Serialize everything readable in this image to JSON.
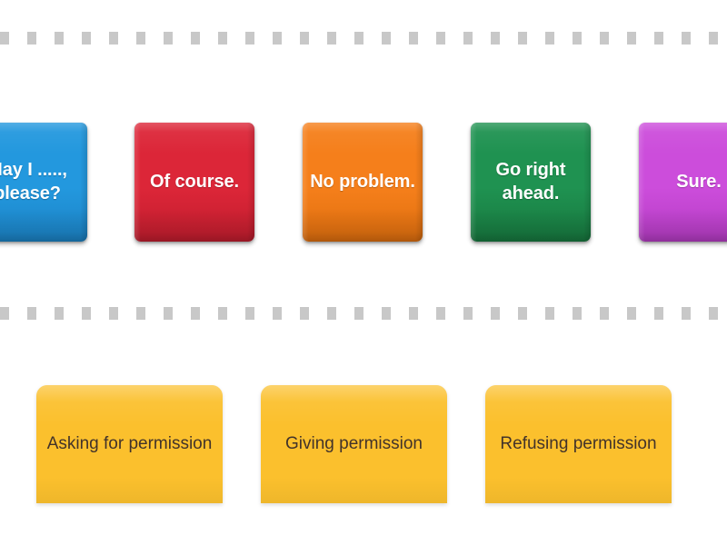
{
  "activity": {
    "type": "sorting-game",
    "background_color": "#ffffff"
  },
  "dividers": [
    {
      "name": "top-dashed-rail",
      "color": "#c8c8c8",
      "dash_width": 10,
      "gap_width": 20
    },
    {
      "name": "middle-dashed-rail",
      "color": "#c8c8c8",
      "dash_width": 10,
      "gap_width": 20
    }
  ],
  "answer_cards": [
    {
      "text": "May I ....., please?",
      "color": "#2398de",
      "color_dark": "#1b83c6",
      "text_color": "#ffffff",
      "clipped": "left"
    },
    {
      "text": "Of course.",
      "color": "#dc2638",
      "color_dark": "#c21d2e",
      "text_color": "#ffffff",
      "clipped": "none"
    },
    {
      "text": "No problem.",
      "color": "#f57f1b",
      "color_dark": "#e06f0e",
      "text_color": "#ffffff",
      "clipped": "none"
    },
    {
      "text": "Go right ahead.",
      "color": "#1f9251",
      "color_dark": "#17793f",
      "text_color": "#ffffff",
      "clipped": "none"
    },
    {
      "text": "Sure.",
      "color": "#cc4ddb",
      "color_dark": "#b63cc5",
      "text_color": "#ffffff",
      "clipped": "right"
    }
  ],
  "category_boxes": [
    {
      "text": "Asking for permission",
      "color": "#fbc02d",
      "text_color": "#42332a"
    },
    {
      "text": "Giving permission",
      "color": "#fbc02d",
      "text_color": "#42332a"
    },
    {
      "text": "Refusing permission",
      "color": "#fbc02d",
      "text_color": "#42332a"
    }
  ]
}
